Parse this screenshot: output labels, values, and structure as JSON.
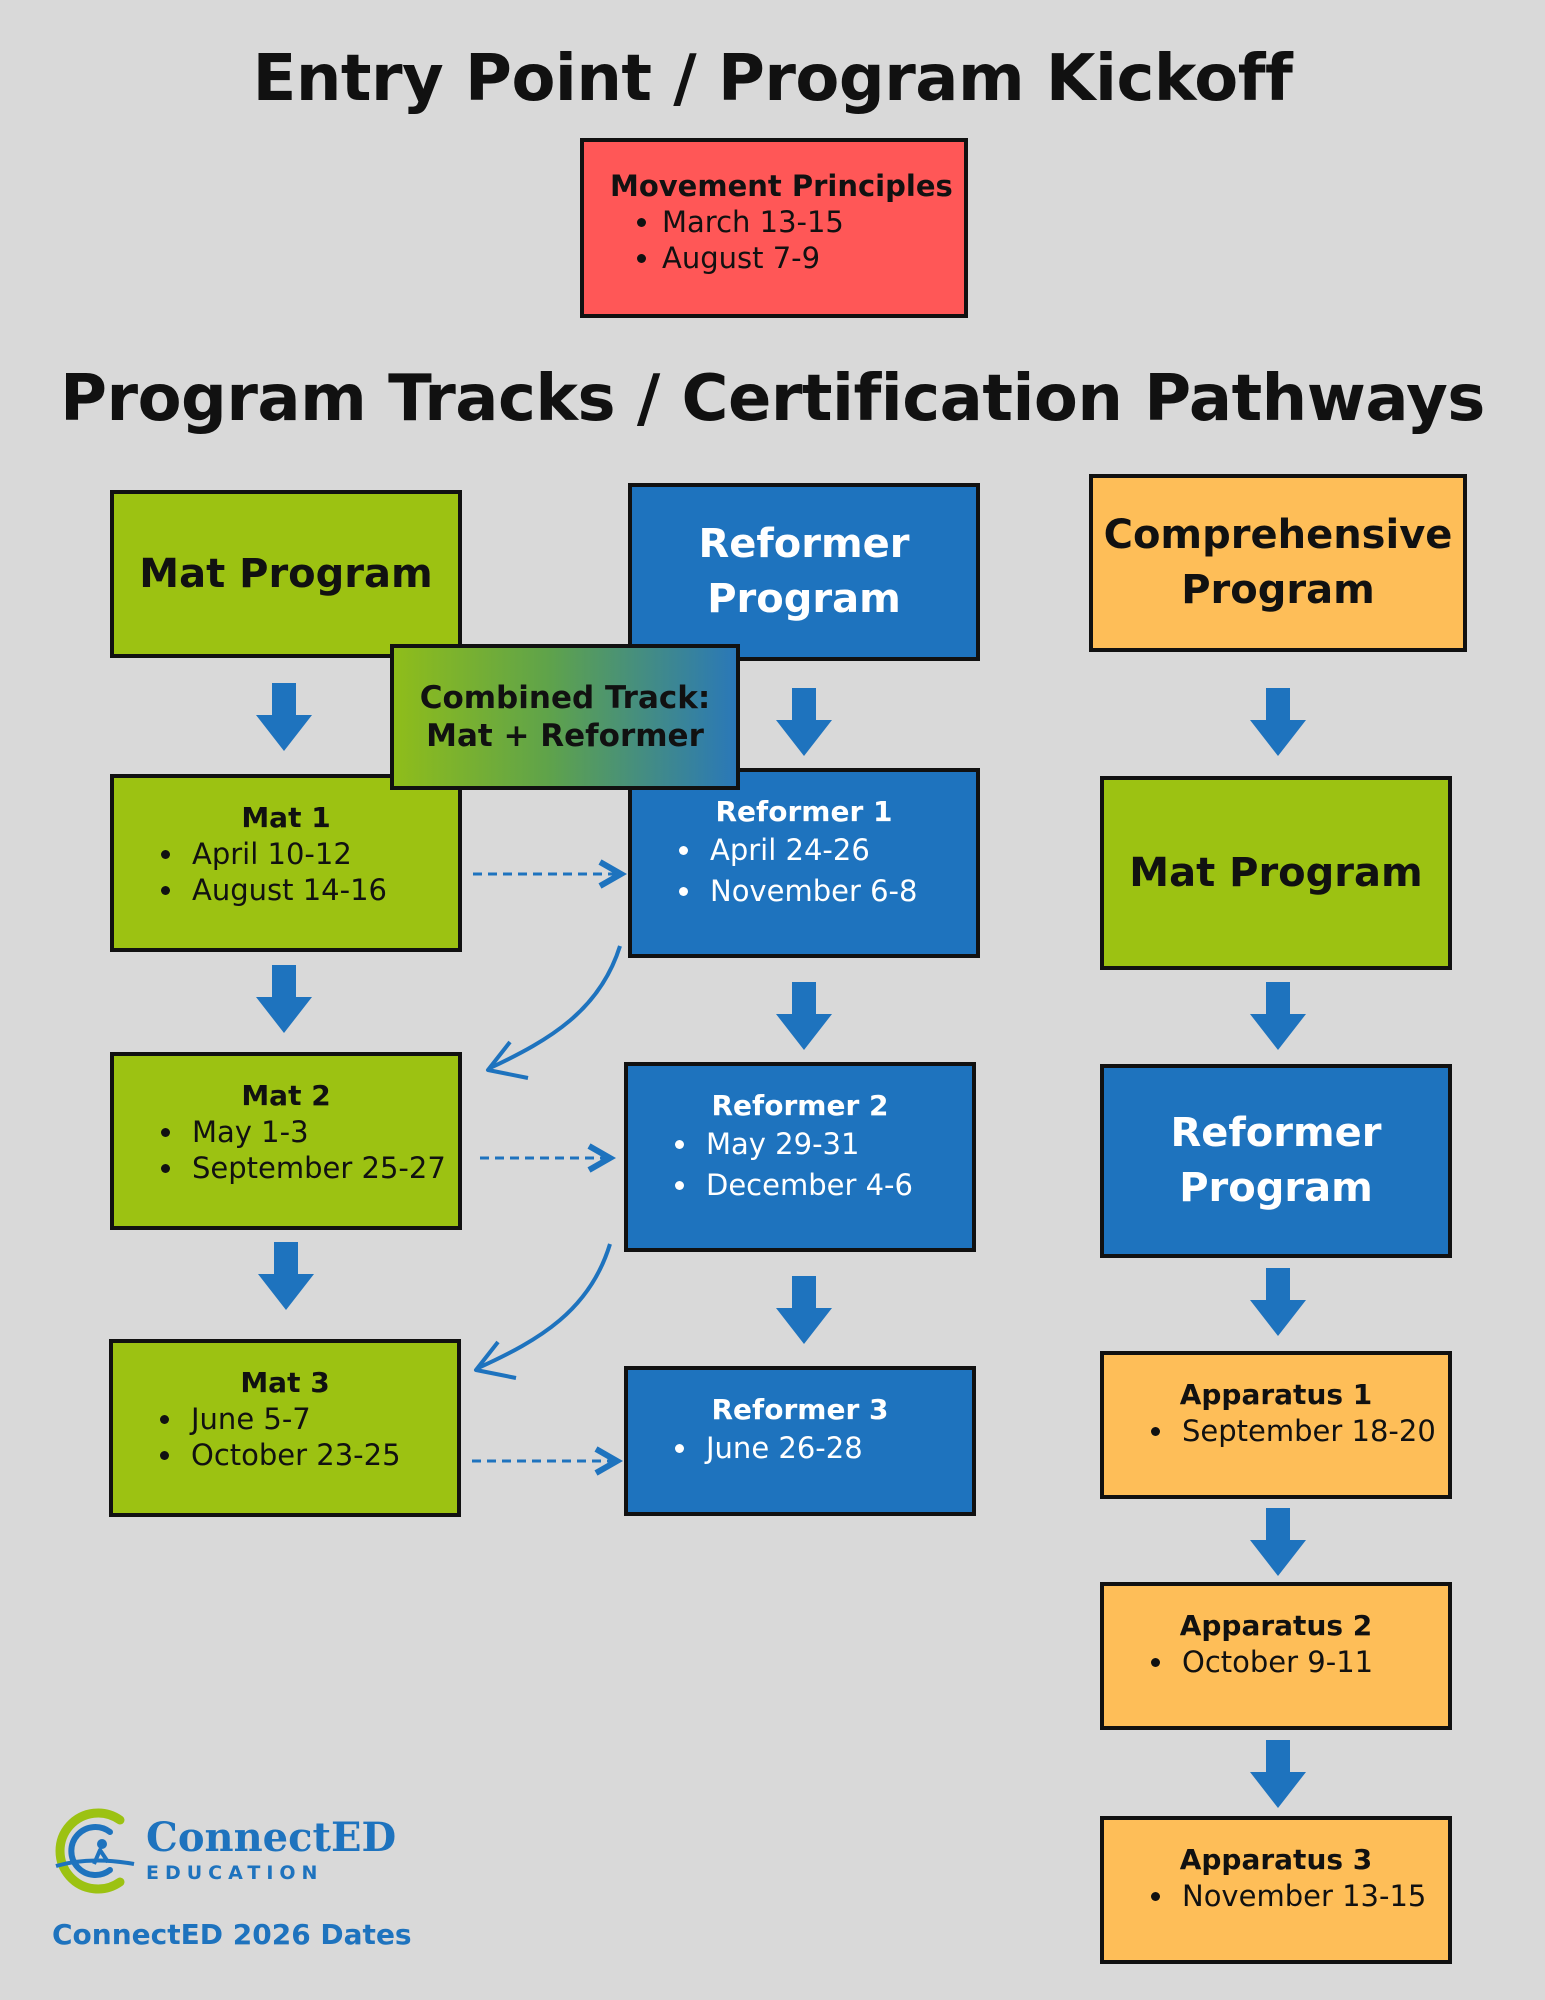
{
  "titles": {
    "entry": "Entry Point / Program Kickoff",
    "tracks": "Program Tracks / Certification Pathways"
  },
  "movement": {
    "title": "Movement Principles",
    "dates": [
      "March 13-15",
      "August 7-9"
    ]
  },
  "columns": {
    "mat": {
      "heading": "Mat Program",
      "sessions": [
        {
          "title": "Mat 1",
          "dates": [
            "April 10-12",
            "August 14-16"
          ]
        },
        {
          "title": "Mat 2",
          "dates": [
            "May 1-3",
            "September 25-27"
          ]
        },
        {
          "title": "Mat 3",
          "dates": [
            "June 5-7",
            "October 23-25"
          ]
        }
      ]
    },
    "reformer": {
      "heading_line1": "Reformer",
      "heading_line2": "Program",
      "sessions": [
        {
          "title": "Reformer 1",
          "dates": [
            "April 24-26",
            "November 6-8"
          ]
        },
        {
          "title": "Reformer 2",
          "dates": [
            "May 29-31",
            "December 4-6"
          ]
        },
        {
          "title": "Reformer 3",
          "dates": [
            "June 26-28"
          ]
        }
      ]
    },
    "comprehensive": {
      "heading_line1": "Comprehensive",
      "heading_line2": "Program",
      "step_mat": "Mat Program",
      "step_reformer_line1": "Reformer",
      "step_reformer_line2": "Program",
      "sessions": [
        {
          "title": "Apparatus 1",
          "dates": [
            "September 18-20"
          ]
        },
        {
          "title": "Apparatus 2",
          "dates": [
            "October 9-11"
          ]
        },
        {
          "title": "Apparatus 3",
          "dates": [
            "November 13-15"
          ]
        }
      ]
    }
  },
  "combined": {
    "line1": "Combined Track:",
    "line2": "Mat + Reformer"
  },
  "footer": {
    "brand": "ConnectED",
    "brand_sub": "EDUCATION",
    "note": "ConnectED 2026 Dates"
  },
  "colors": {
    "background": "#d9d9d9",
    "mat_green": "#9cc212",
    "reformer_blue": "#1e73be",
    "comprehensive_orange": "#febe58",
    "movement_red": "#ff5757",
    "arrow_blue": "#1e73be"
  }
}
